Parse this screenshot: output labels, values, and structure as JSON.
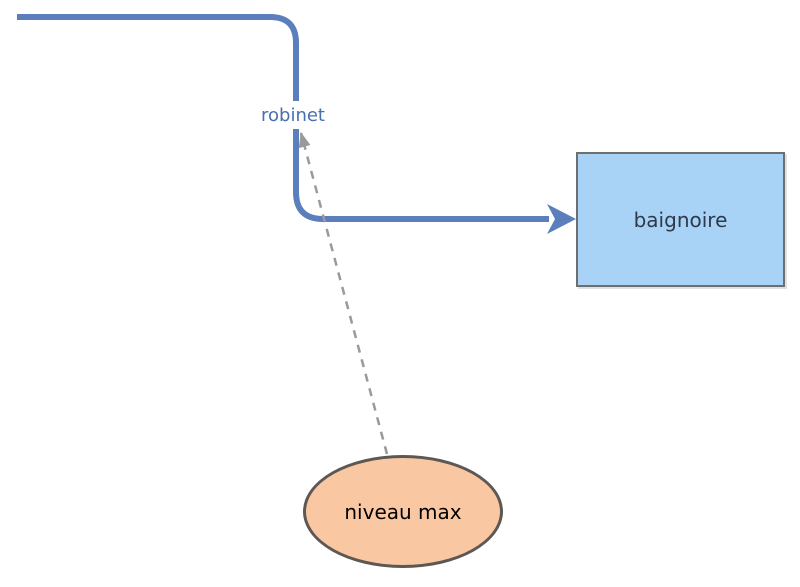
{
  "diagram": {
    "nodes": [
      {
        "id": "robinet",
        "label": "robinet",
        "shape": "text-label"
      },
      {
        "id": "baignoire",
        "label": "baignoire",
        "shape": "rectangle"
      },
      {
        "id": "niveau-max",
        "label": "niveau max",
        "shape": "ellipse"
      }
    ],
    "edges": [
      {
        "id": "pipe",
        "from": "off-canvas-left",
        "via": "robinet",
        "to": "baignoire",
        "style": "solid-thick-arrow"
      },
      {
        "id": "niveau-to-robinet",
        "from": "niveau-max",
        "to": "robinet",
        "style": "dashed-arrow"
      }
    ]
  },
  "colors": {
    "pipe-blue": "#5b7ebc",
    "robinet-text": "#4a6fae",
    "rect-fill": "#a9d3f6",
    "rect-border": "#6e6e6e",
    "rect-text": "#2e3a49",
    "ellipse-fill": "#f9c8a2",
    "ellipse-border": "#5d5854",
    "ellipse-text": "#33291f",
    "dash-gray": "#9a9a9a"
  }
}
